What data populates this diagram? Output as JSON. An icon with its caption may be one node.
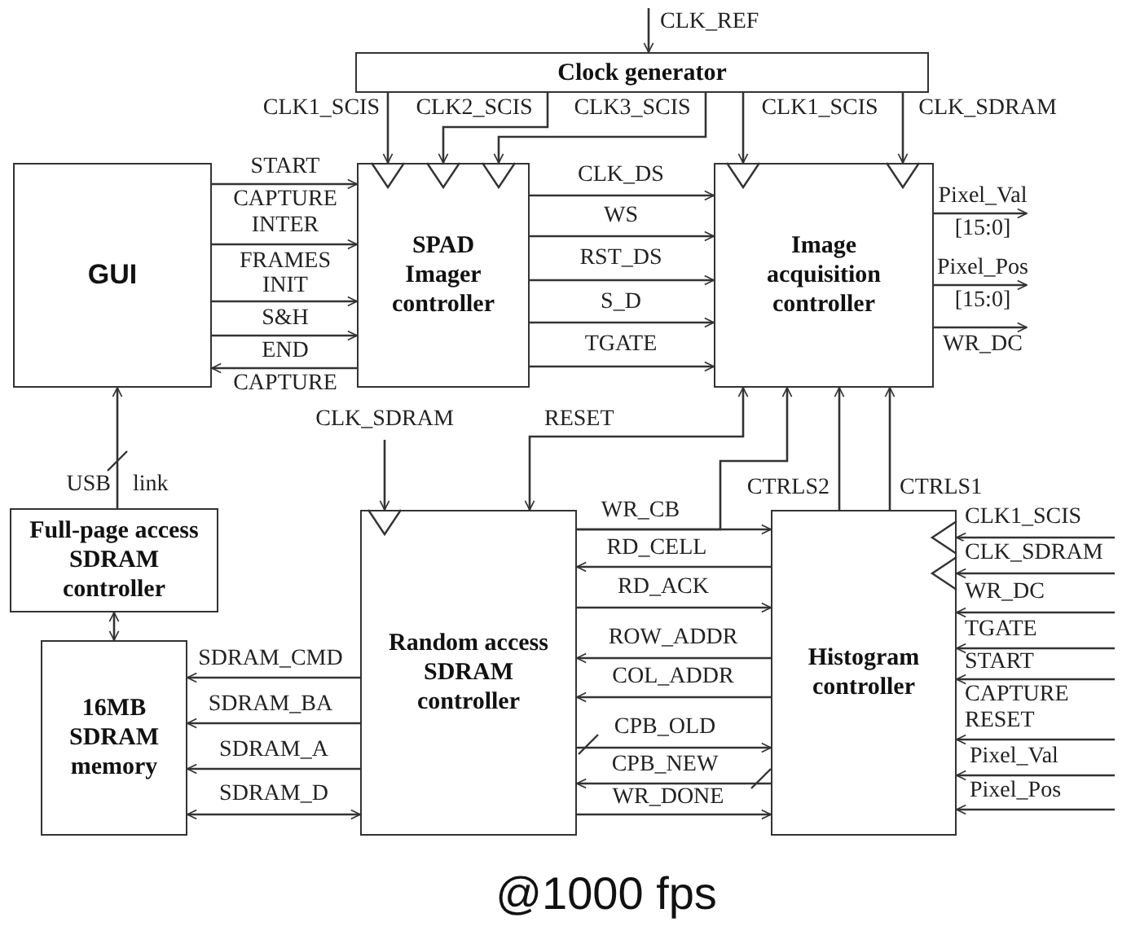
{
  "diagram": {
    "caption": "@1000 fps",
    "nodes": [
      {
        "text": [
          "Clock generator"
        ]
      },
      {
        "text": [
          "GUI"
        ]
      },
      {
        "text": [
          "SPAD Imager controller"
        ]
      },
      {
        "text": [
          "Image acquisition controller"
        ]
      },
      {
        "text": [
          "Full-page access SDRAM controller"
        ]
      },
      {
        "text": [
          "16MB SDRAM memory"
        ]
      },
      {
        "text": [
          "Random access SDRAM controller"
        ]
      },
      {
        "text": [
          "Histogram controller"
        ]
      }
    ],
    "edges": [
      {
        "from": null,
        "to": 0,
        "arrow": "to",
        "label": "CLK_REF"
      },
      {
        "from": 0,
        "to": 2,
        "arrow": "to",
        "label": "CLK1_SCIS"
      },
      {
        "from": 0,
        "to": 2,
        "arrow": "to",
        "label": "CLK2_SCIS"
      },
      {
        "from": 0,
        "to": 2,
        "arrow": "to",
        "label": "CLK3_SCIS"
      },
      {
        "from": 0,
        "to": 3,
        "arrow": "to",
        "label": "CLK1_SCIS"
      },
      {
        "from": 0,
        "to": 3,
        "arrow": "to",
        "label": "CLK_SDRAM"
      },
      {
        "from": 1,
        "to": 2,
        "arrow": "to",
        "label": "START CAPTURE"
      },
      {
        "from": 1,
        "to": 2,
        "arrow": "to",
        "label": "INTER"
      },
      {
        "from": 1,
        "to": 2,
        "arrow": "to",
        "label": "FRAMES INIT"
      },
      {
        "from": 1,
        "to": 2,
        "arrow": "to",
        "label": "S&H"
      },
      {
        "from": 2,
        "to": 1,
        "arrow": "to",
        "label": "END CAPTURE"
      },
      {
        "from": 2,
        "to": 3,
        "arrow": "to",
        "label": "CLK_DS"
      },
      {
        "from": 2,
        "to": 3,
        "arrow": "to",
        "label": "WS"
      },
      {
        "from": 2,
        "to": 3,
        "arrow": "to",
        "label": "RST_DS"
      },
      {
        "from": 2,
        "to": 3,
        "arrow": "to",
        "label": "S_D"
      },
      {
        "from": 2,
        "to": 3,
        "arrow": "to",
        "label": "TGATE"
      },
      {
        "from": 3,
        "to": null,
        "arrow": "to",
        "label": "Pixel_Val [15:0]"
      },
      {
        "from": 3,
        "to": null,
        "arrow": "to",
        "label": "Pixel_Pos [15:0]"
      },
      {
        "from": 3,
        "to": null,
        "arrow": "to",
        "label": "WR_DC"
      },
      {
        "from": 4,
        "to": 1,
        "arrow": "to",
        "label": "USB link"
      },
      {
        "from": 4,
        "to": 5,
        "arrow": "both"
      },
      {
        "from": 6,
        "to": 5,
        "arrow": "to",
        "label": "SDRAM_CMD"
      },
      {
        "from": 6,
        "to": 5,
        "arrow": "to",
        "label": "SDRAM_BA"
      },
      {
        "from": 6,
        "to": 5,
        "arrow": "to",
        "label": "SDRAM_A"
      },
      {
        "from": 6,
        "to": 5,
        "arrow": "both",
        "label": "SDRAM_D"
      },
      {
        "from": null,
        "to": 6,
        "arrow": "to",
        "label": "CLK_SDRAM"
      },
      {
        "from": 3,
        "to": 6,
        "arrow": "both",
        "label": "RESET"
      },
      {
        "from": 6,
        "to": 7,
        "arrow": "to",
        "label": "WR_CB"
      },
      {
        "from": 6,
        "to": 3,
        "arrow": "to"
      },
      {
        "from": 7,
        "to": 3,
        "arrow": "to",
        "label": "CTRLS2"
      },
      {
        "from": 7,
        "to": 3,
        "arrow": "to",
        "label": "CTRLS1"
      },
      {
        "from": 7,
        "to": 6,
        "arrow": "to",
        "label": "RD_CELL"
      },
      {
        "from": 6,
        "to": 7,
        "arrow": "to",
        "label": "RD_ACK"
      },
      {
        "from": 7,
        "to": 6,
        "arrow": "to",
        "label": "ROW_ADDR"
      },
      {
        "from": 7,
        "to": 6,
        "arrow": "to",
        "label": "COL_ADDR"
      },
      {
        "from": 6,
        "to": 7,
        "arrow": "to",
        "label": "CPB_OLD"
      },
      {
        "from": 7,
        "to": 6,
        "arrow": "to",
        "label": "CPB_NEW"
      },
      {
        "from": 6,
        "to": 7,
        "arrow": "to",
        "label": "WR_DONE"
      },
      {
        "from": null,
        "to": 7,
        "arrow": "to",
        "label": "CLK1_SCIS"
      },
      {
        "from": null,
        "to": 7,
        "arrow": "to",
        "label": "CLK_SDRAM"
      },
      {
        "from": null,
        "to": 7,
        "arrow": "to",
        "label": "WR_DC"
      },
      {
        "from": null,
        "to": 7,
        "arrow": "to",
        "label": "TGATE"
      },
      {
        "from": null,
        "to": 7,
        "arrow": "to",
        "label": "START CAPTURE"
      },
      {
        "from": null,
        "to": 7,
        "arrow": "to",
        "label": "RESET"
      },
      {
        "from": null,
        "to": 7,
        "arrow": "to",
        "label": "Pixel_Val"
      },
      {
        "from": null,
        "to": 7,
        "arrow": "to",
        "label": "Pixel_Pos"
      }
    ]
  }
}
